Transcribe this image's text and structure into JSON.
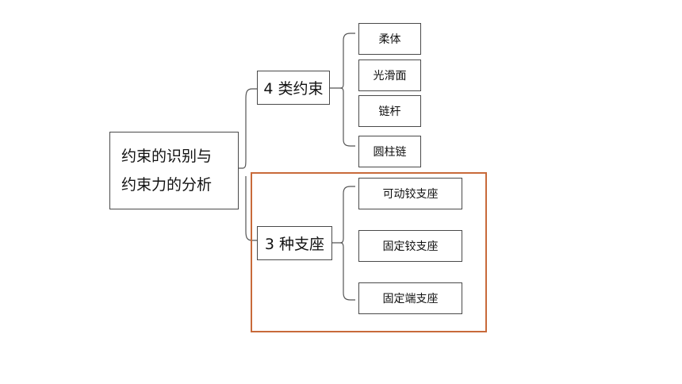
{
  "root": {
    "line1": "约束的识别与",
    "line2": "约束力的分析"
  },
  "categories": [
    {
      "label": "4 类约束",
      "items": [
        "柔体",
        "光滑面",
        "链杆",
        "圆柱链"
      ]
    },
    {
      "label": "3 种支座",
      "items": [
        "可动铰支座",
        "固定铰支座",
        "固定端支座"
      ]
    }
  ],
  "colors": {
    "highlight": "#c86a3a",
    "line": "#555555",
    "border": "#4a4a4a"
  }
}
